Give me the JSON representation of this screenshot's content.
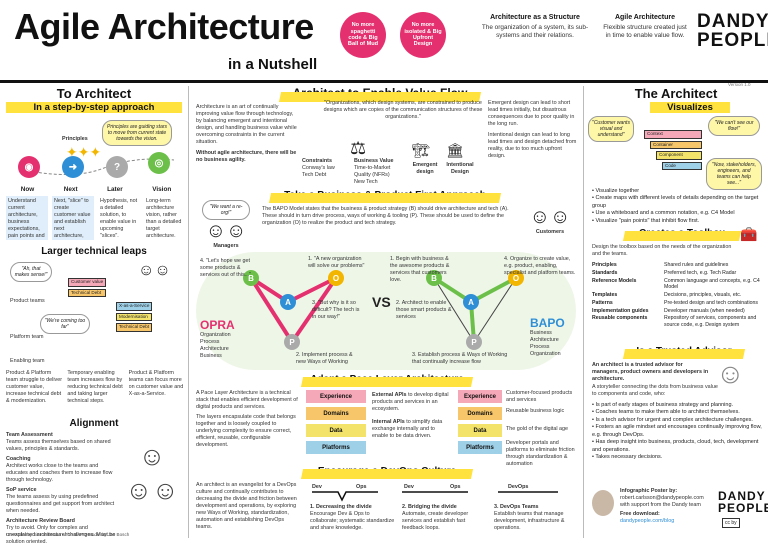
{
  "header": {
    "title": "Agile Architecture",
    "subtitle": "in a Nutshell",
    "badges": [
      "No more spaghetti code & Big Ball of Mud",
      "No more isolated & Big Upfront Design"
    ],
    "structure": {
      "heading": "Architecture as a Structure",
      "text": "The organization of a system, its sub-systems and their relations."
    },
    "agile": {
      "heading": "Agile Architecture",
      "text": "Flexible structure created just in time to enable value flow."
    },
    "brand_line1": "DANDY",
    "brand_line2": "PEOPLE",
    "version": "Version 1.0"
  },
  "left": {
    "section_title": "To Architect",
    "section_sub": "In a step-by-step approach",
    "principles_label": "Principles",
    "principles_note": "Principles are guiding stars to move from current state towards the vision.",
    "timeline": [
      "Now",
      "Next",
      "Later",
      "Vision"
    ],
    "timeline_text": [
      "Understand current architecture, business expectations, pain points and opportunities.",
      "Next, \"slice\" to create customer value and establish next architecture, step-by-step.",
      "Hypothesis, not a detailed solution, to enable value in upcoming \"slices\".",
      "Long-term architecture vision, rather than a detailed target architecture."
    ],
    "leaps_title": "Larger technical leaps",
    "leaps_notes": [
      "\"Ah, that makes sense!\"",
      "\"We're coming too far\""
    ],
    "leap_labels": [
      "Product teams",
      "Platform team",
      "Enabling team"
    ],
    "leap_tags": [
      "Customer value",
      "Technical Debt",
      "X-as-a-Service",
      "Modernisation",
      "Technical Debt"
    ],
    "leap_text": [
      "Product & Platform team struggle to deliver customer value, increase technical debt & modernization.",
      "Temporary enabling team increases flow by reducing technical debt and taking larger technical steps.",
      "Product & Platform teams can focus more on customer value and X-as-a-Service."
    ],
    "alignment_title": "Alignment",
    "alignment_items": [
      {
        "head": "Team Assessment",
        "text": "Teams assess themselves based on shared values, principles & standards."
      },
      {
        "head": "Coaching",
        "text": "Architect works close to the teams and educates and coaches them to increase flow through technology."
      },
      {
        "head": "SoP service",
        "text": "The teams assess by using predefined questionnaires and get support from architect when needed."
      },
      {
        "head": "Architecture Review Board",
        "text": "Try to avoid. Only for complex and unexplained architectural challenges. Must be solution oriented."
      }
    ],
    "credits": "C4-Model by Simon Brown   •   The BAPO Model by Jan Bosch"
  },
  "center": {
    "section_title": "Architect to Enable Value Flow",
    "intro": "Architecture is an art of continually improving value flow through technology, by balancing emergent and intentional design, and handling business value while overcoming constraints in the current situation.",
    "intro_bold": "Without agile architecture, there will be no business agility.",
    "quote": "\"Organizations, which design systems, are constrained to produce designs which are copies of the communication structures of these organizations.\"",
    "labels": [
      "Constraints",
      "Business Value",
      "Emergent design",
      "Intentional Design"
    ],
    "constraints": [
      "Conway's law",
      "Tech Debt"
    ],
    "value": [
      "Time-to-Market",
      "Quality (NFRs)",
      "New Tech"
    ],
    "emergent": "Emergent design can lead to short lead times initially, but disastrous consequences due to poor quality in the long run.",
    "intentional": "Intentional design can lead to long lead times and design detached from reality, due to too much upfront design.",
    "bapo_title": "Take a Business & Product First Approach",
    "bapo_text": "The BAPO Model states that the business & product strategy (B) should drive architecture and tech (A). These should in turn drive process, ways of working & tooling (P). These should be used to define the organization (O) to realize the product and tech strategy.",
    "managers": "Managers",
    "customers": "Customers",
    "manager_quote": "\"We want a re-org!\"",
    "opra_steps": [
      "4. \"Let's hope we get some products & services out of this...\"",
      "1. \"A new organization will solve our problems\"",
      "3. \"But why is it so difficult? The tech is in our way!\"",
      "2. Implement process & new Ways of Working"
    ],
    "bapo_steps": [
      "1. Begin with business & the awesome products & services that customers love.",
      "4. Organize to create value, e.g. product, enabling, specialist and platform teams.",
      "2. Architect to enable those smart products & services",
      "3. Establish process & Ways of Working that continually increase flow"
    ],
    "opra_label": "OPRA",
    "bapo_label": "BAPO",
    "opra_list": [
      "Organization",
      "Process",
      "Architecture",
      "Business"
    ],
    "bapo_list": [
      "Business",
      "Architecture",
      "Process",
      "Organization"
    ],
    "vs": "VS",
    "pace_title": "Adapt a Pace Layer Architecture",
    "pace_text": "A Pace Layer Architecture is a technical stack that enables efficient development of digital products and services.",
    "pace_text2": "The layers encapsulate code that belongs together and is loosely coupled to underlying complexity to ensure correct, efficient, reusable, configurable development.",
    "layers": [
      "Experience",
      "Domains",
      "Data",
      "Platforms"
    ],
    "layer_notes": [
      "Customer-focused products and services",
      "Reusable business logic",
      "The gold of the digital age",
      "Developer portals and platforms to eliminate friction through standardization & automation"
    ],
    "api_notes": [
      {
        "head": "External APIs",
        "text": "to develop digital products and services in an ecosystem."
      },
      {
        "head": "Internal APIs",
        "text": "to simplify data exchange internally and to enable to be data driven."
      }
    ],
    "devops_title": "Encourage a DevOps Culture",
    "devops_text": "An architect is an evangelist for a DevOps culture and continually contributes to decreasing the divide and friction between development and operations, by exploring new Ways of Working, standardization, automation and establishing DevOps teams.",
    "devops_labels": [
      "Dev",
      "Ops",
      "Dev",
      "Ops",
      "DevOps"
    ],
    "devops_steps": [
      {
        "head": "1. Decreasing the divide",
        "text": "Encourage Dev & Ops to collaborate; systematic standardize and share knowledge."
      },
      {
        "head": "2. Bridging the divide",
        "text": "Automate, create developer services and establish fast feedback loops."
      },
      {
        "head": "3. DevOps Teams",
        "text": "Establish teams that manage development, infrastructure & operations."
      }
    ]
  },
  "right": {
    "section_title": "The Architect",
    "section_sub": "Visualizes",
    "visual_notes": [
      "\"Customer wants visual and understand\"",
      "\"We can't see our flow!\"",
      "\"Now, stakeholders, engineers, and teams can help see...\""
    ],
    "c4_levels": [
      "Context",
      "Container",
      "Component",
      "Code"
    ],
    "visual_bullets": [
      "Visualize together",
      "Create maps with different levels of details depending on the target group",
      "Use a whiteboard and a common notation, e.g. C4 Model",
      "Visualize \"pain points\" that inhibit flow first."
    ],
    "toolbox_title": "Creates a Toolbox",
    "toolbox_text": "Design the toolbox based on the needs of the organization and the teams.",
    "toolbox": [
      {
        "k": "Principles",
        "v": "Shared rules and guidelines"
      },
      {
        "k": "Standards",
        "v": "Preferred tech, e.g. Tech Radar"
      },
      {
        "k": "Reference Models",
        "v": "Common language and concepts, e.g. C4 Model"
      },
      {
        "k": "Templates",
        "v": "Decisions, principles, visuals, etc."
      },
      {
        "k": "Patterns",
        "v": "Pre-tested design and tech combinations"
      },
      {
        "k": "Implementation guides",
        "v": "Developer manuals (when needed)"
      },
      {
        "k": "Reusable components",
        "v": "Repository of services, components and source code, e.g. Design system"
      }
    ],
    "advisor_title": "Is a Trusted Advisor",
    "advisor_bold": "An architect is a trusted advisor for managers, product owners and developers in architecture.",
    "advisor_text": "A storyteller connecting the dots from business value to components and code, who:",
    "advisor_bullets": [
      "Is part of early stages of business strategy and planning.",
      "Coaches teams to make them able to architect themselves.",
      "Is a tech advisor for urgent and complex architecture challenges.",
      "Fosters an agile mindset and encourages continually improving flow, e.g. through DevOps.",
      "Has deep insight into business, products, cloud, tech, development and operations.",
      "Takes necessary decisions."
    ],
    "poster_head": "Infographic Poster by:",
    "poster_name": "robert.carlsson@dandypeople.com",
    "poster_support": "with support from the Dandy team",
    "download_head": "Free download:",
    "download_url": "dandypeople.com/blog"
  },
  "colors": {
    "accent_pink": "#e5306f",
    "yellow": "#ffe23d",
    "experience": "#f5a8b8",
    "domains": "#f7c66a",
    "data": "#f3e36b",
    "platforms": "#9ed0e8",
    "bapo_green": "#6cc04a",
    "blue": "#2f8fd6"
  }
}
